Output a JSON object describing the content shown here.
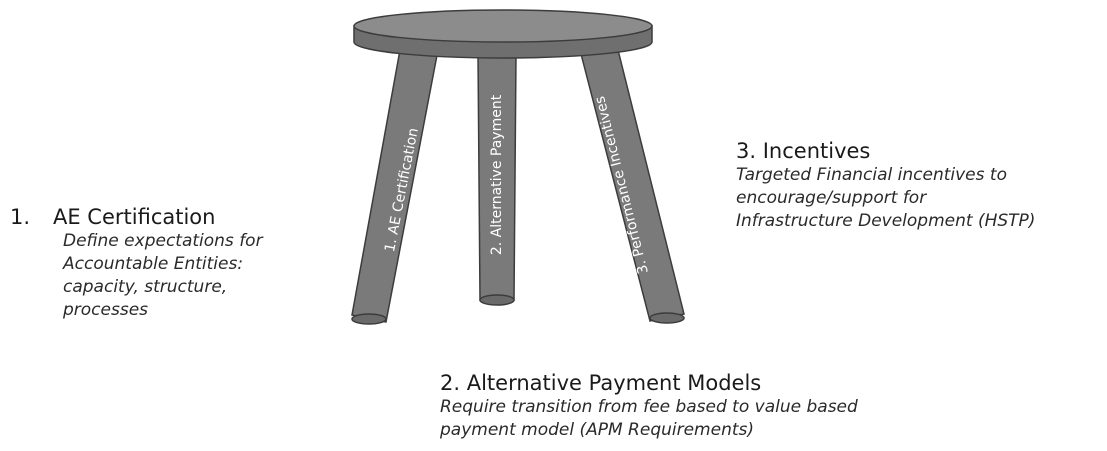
{
  "stool": {
    "legs": [
      {
        "label": "1. AE Certification"
      },
      {
        "label": "2. Alternative Payment"
      },
      {
        "label": "3. Performance Incentives"
      }
    ],
    "colors": {
      "seat_top": "#8c8c8c",
      "seat_side": "#6f6f6f",
      "leg": "#7a7a7a",
      "outline": "#3c3c3c"
    }
  },
  "pillars": {
    "ae": {
      "number": "1.",
      "title": "AE Certification",
      "lines": [
        "Define expectations for",
        "Accountable Entities:",
        "capacity, structure,",
        "processes"
      ]
    },
    "incentives": {
      "number": "3.",
      "title": "Incentives",
      "lines": [
        "Targeted Financial incentives to",
        "encourage/support for",
        "Infrastructure Development (HSTP)"
      ]
    },
    "apm": {
      "number": "2.",
      "title": "Alternative Payment Models",
      "lines": [
        "Require transition from fee based to value based",
        "payment model (APM Requirements)"
      ]
    }
  }
}
